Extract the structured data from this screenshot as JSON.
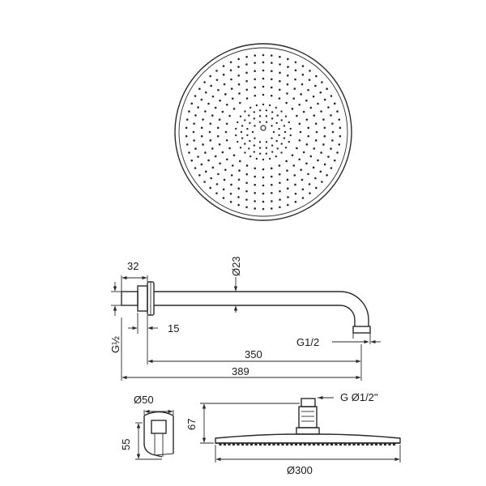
{
  "labels": {
    "arm_pipe_diameter": "Ø23",
    "flange_depth": "32",
    "thread_offset": "15",
    "inlet_thread": "G½",
    "outlet_thread": "G1/2",
    "arm_reach": "350",
    "total_length": "389",
    "flange_diameter": "Ø50",
    "flange_height": "55",
    "head_height": "67",
    "head_connector": "G Ø1/2\"",
    "head_diameter": "Ø300"
  }
}
